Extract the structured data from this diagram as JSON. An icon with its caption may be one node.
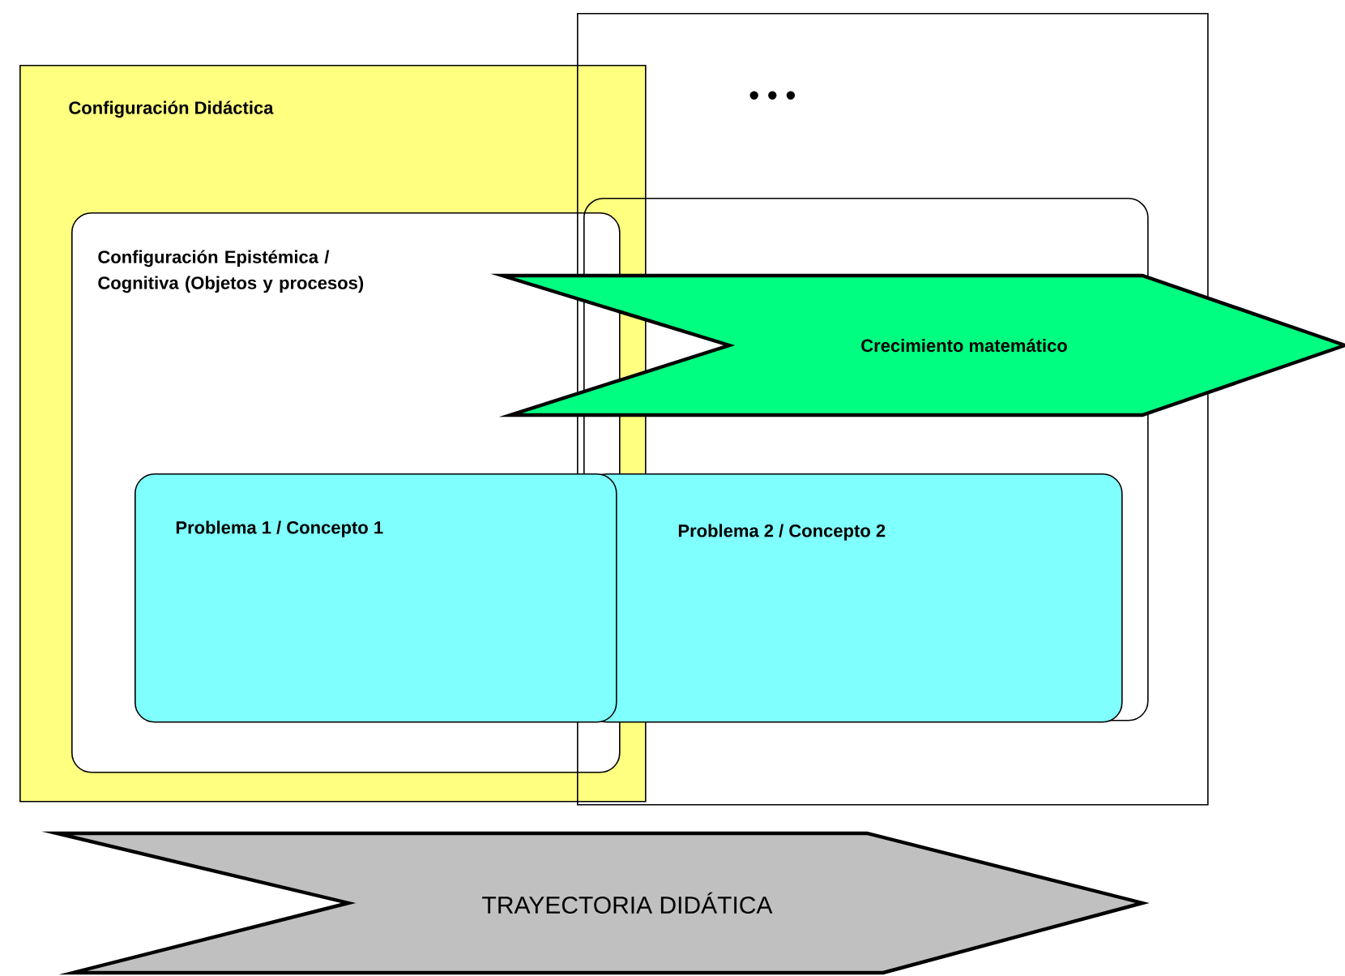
{
  "diagram": {
    "nodes": [
      {
        "text": [
          "Configuración Didáctica"
        ]
      },
      {
        "text": [
          "Configuración Epistémica / Cognitiva (Objetos y procesos)"
        ],
        "in": 0
      },
      {
        "text": [
          "Problema 1 / Concepto 1"
        ],
        "in": 1
      },
      {
        "text": [
          "• • •"
        ]
      },
      {
        "text": [],
        "shape": "box",
        "in": 3
      },
      {
        "text": [
          "Problema 2 / Concepto 2"
        ],
        "in": 4
      },
      {
        "text": [
          "Crecimiento matemático"
        ]
      },
      {
        "text": [
          "TRAYECTORIA DIDÁTICA"
        ]
      }
    ]
  }
}
